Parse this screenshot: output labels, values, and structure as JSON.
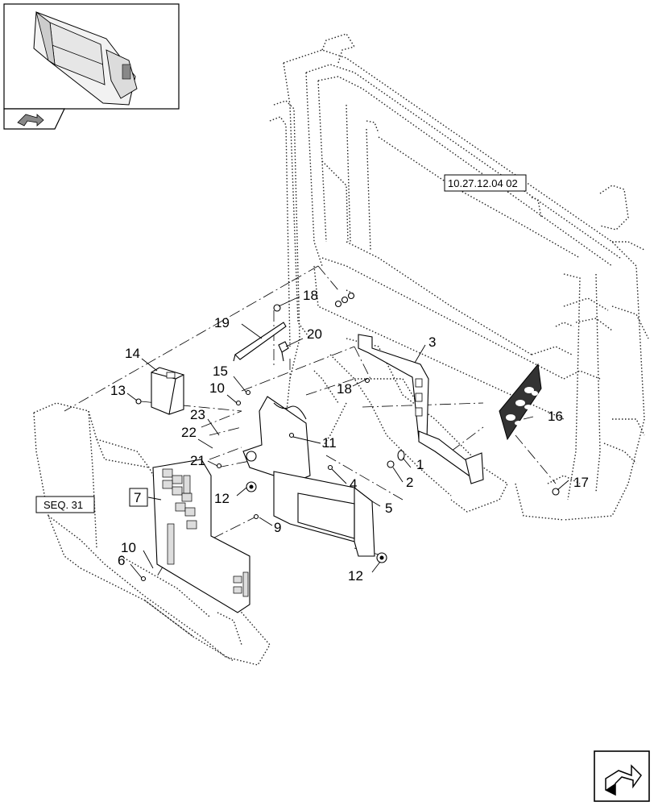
{
  "reference_label": "10.27.12.04 02",
  "seq_label": "SEQ. 31",
  "boxed_callout": "7",
  "callouts": [
    "1",
    "2",
    "3",
    "4",
    "5",
    "6",
    "9",
    "10",
    "10",
    "11",
    "12",
    "12",
    "13",
    "14",
    "15",
    "16",
    "17",
    "18",
    "18",
    "19",
    "20",
    "21",
    "22",
    "23"
  ],
  "icons": {
    "thumbnail": "assembly-thumbnail",
    "orientation": "orientation-arrow-icon",
    "navigation": "next-page-arrow-icon"
  }
}
